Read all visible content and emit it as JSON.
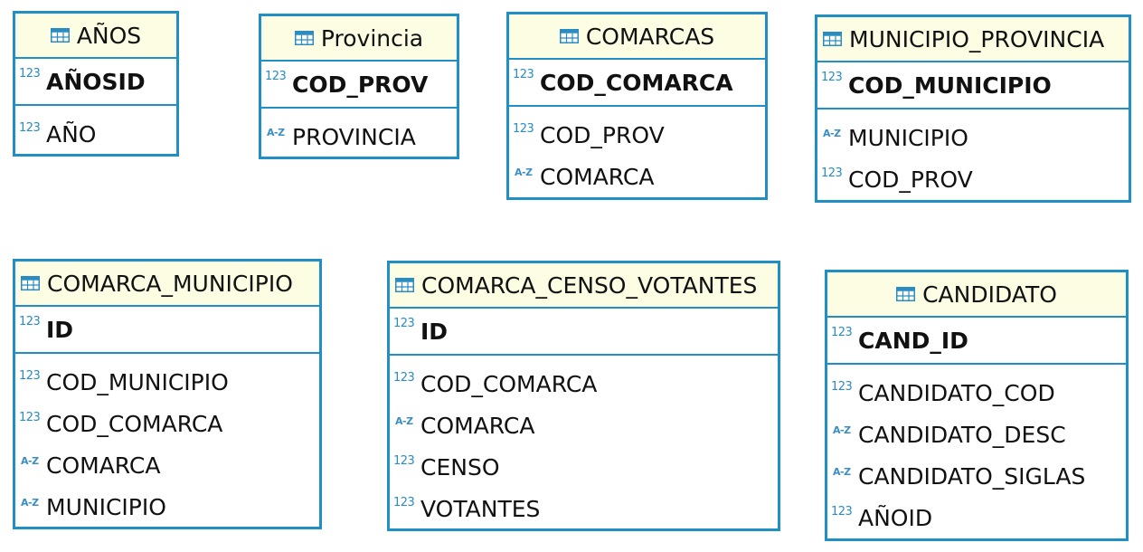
{
  "tables": [
    {
      "id": "anos",
      "name": "AÑOS",
      "pk": {
        "type": "123",
        "name": "AÑOSID"
      },
      "columns": [
        {
          "type": "123",
          "name": "AÑO"
        }
      ]
    },
    {
      "id": "provincia",
      "name": "Provincia",
      "pk": {
        "type": "123",
        "name": "COD_PROV"
      },
      "columns": [
        {
          "type": "A-Z",
          "name": "PROVINCIA"
        }
      ]
    },
    {
      "id": "comarcas",
      "name": "COMARCAS",
      "pk": {
        "type": "123",
        "name": "COD_COMARCA"
      },
      "columns": [
        {
          "type": "123",
          "name": "COD_PROV"
        },
        {
          "type": "A-Z",
          "name": "COMARCA"
        }
      ]
    },
    {
      "id": "municipio-provincia",
      "name": "MUNICIPIO_PROVINCIA",
      "pk": {
        "type": "123",
        "name": "COD_MUNICIPIO"
      },
      "columns": [
        {
          "type": "A-Z",
          "name": "MUNICIPIO"
        },
        {
          "type": "123",
          "name": "COD_PROV"
        }
      ]
    },
    {
      "id": "comarca-municipio",
      "name": "COMARCA_MUNICIPIO",
      "pk": {
        "type": "123",
        "name": "ID"
      },
      "columns": [
        {
          "type": "123",
          "name": "COD_MUNICIPIO"
        },
        {
          "type": "123",
          "name": "COD_COMARCA"
        },
        {
          "type": "A-Z",
          "name": "COMARCA"
        },
        {
          "type": "A-Z",
          "name": "MUNICIPIO"
        }
      ]
    },
    {
      "id": "comarca-censo-votantes",
      "name": "COMARCA_CENSO_VOTANTES",
      "pk": {
        "type": "123",
        "name": "ID"
      },
      "columns": [
        {
          "type": "123",
          "name": "COD_COMARCA"
        },
        {
          "type": "A-Z",
          "name": "COMARCA"
        },
        {
          "type": "123",
          "name": "CENSO"
        },
        {
          "type": "123",
          "name": "VOTANTES"
        }
      ]
    },
    {
      "id": "candidato",
      "name": "CANDIDATO",
      "pk": {
        "type": "123",
        "name": "CAND_ID"
      },
      "columns": [
        {
          "type": "123",
          "name": "CANDIDATO_COD"
        },
        {
          "type": "A-Z",
          "name": "CANDIDATO_DESC"
        },
        {
          "type": "A-Z",
          "name": "CANDIDATO_SIGLAS"
        },
        {
          "type": "123",
          "name": "AÑOID"
        }
      ]
    }
  ]
}
